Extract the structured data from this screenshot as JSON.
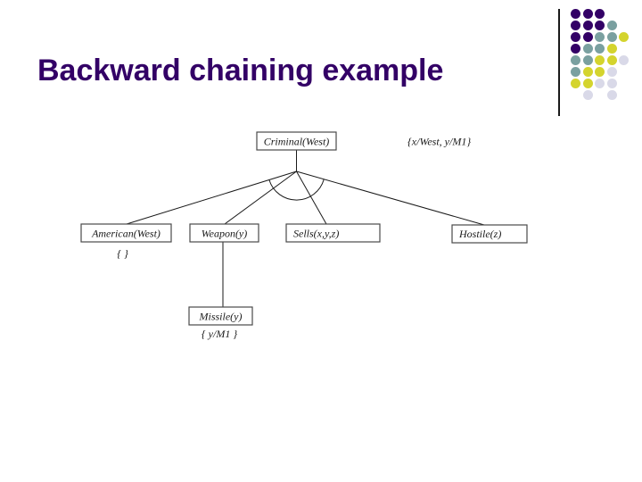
{
  "slide": {
    "title": "Backward chaining example"
  },
  "colors": {
    "title": "#330066",
    "diagram_line": "#1a1a1a",
    "box_border": "#4a4a4a",
    "background": "#ffffff"
  },
  "diagram": {
    "root": {
      "label": "Criminal(West)",
      "substitution": "{x/West, y/M1}"
    },
    "children": [
      {
        "label": "American(West)",
        "substitution": "{ }"
      },
      {
        "label": "Weapon(y)"
      },
      {
        "label": "Sells(x,y,z)"
      },
      {
        "label": "Hostile(z)"
      }
    ],
    "missile": {
      "label": "Missile(y)",
      "substitution": "{ y/M1 }"
    }
  },
  "decoration": {
    "palette": {
      "purple": "#330066",
      "teal": "#7AA0A0",
      "yellow": "#D4D42E",
      "lavender": "#D9D9E8"
    },
    "dot_grid": [
      [
        "purple",
        "purple",
        "purple",
        null,
        null
      ],
      [
        "purple",
        "purple",
        "purple",
        "teal",
        null
      ],
      [
        "purple",
        "purple",
        "teal",
        "teal",
        "yellow"
      ],
      [
        "purple",
        "teal",
        "teal",
        "yellow",
        null
      ],
      [
        "teal",
        "teal",
        "yellow",
        "yellow",
        "lavender"
      ],
      [
        "teal",
        "yellow",
        "yellow",
        "lavender",
        null
      ],
      [
        "yellow",
        "yellow",
        "lavender",
        "lavender",
        null
      ],
      [
        null,
        "lavender",
        null,
        "lavender",
        null
      ]
    ]
  }
}
